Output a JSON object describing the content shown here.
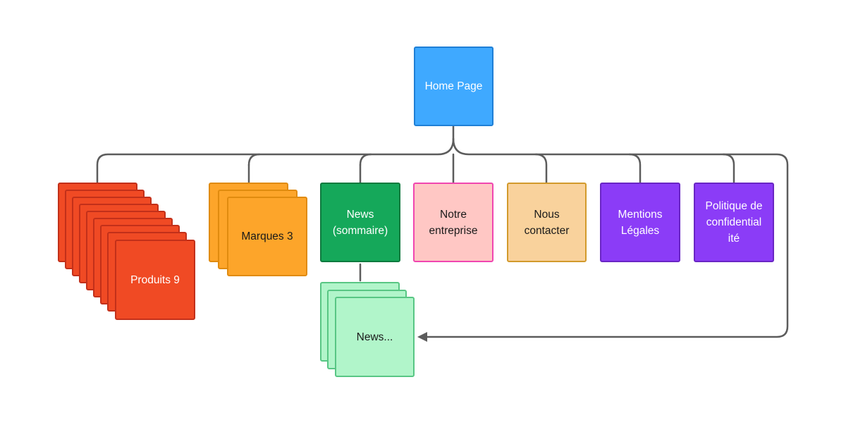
{
  "colors": {
    "connector": "#5c5c5c",
    "home_fill": "#3fa9ff",
    "home_border": "#1f7fd6",
    "produits_fill": "#f04a24",
    "produits_border": "#c2301a",
    "marques_fill": "#fda52a",
    "marques_border": "#e08b0f",
    "news_fill": "#15a85a",
    "news_border": "#0d7a3e",
    "notre_fill": "#ffc7c4",
    "notre_border": "#f046b0",
    "nous_fill": "#f9d29c",
    "nous_border": "#d29a2c",
    "mentions_fill": "#8b3cf7",
    "mentions_border": "#6a26c4",
    "politique_fill": "#8b3cf7",
    "politique_border": "#6a26c4",
    "newsitems_fill": "#b1f5ca",
    "newsitems_border": "#58c684"
  },
  "nodes": {
    "home": "Home Page",
    "produits": "Produits 9",
    "marques": "Marques 3",
    "news": "News\n(sommaire)",
    "notre": "Notre\nentreprise",
    "nous": "Nous\ncontacter",
    "mentions": "Mentions\nLégales",
    "politique": "Politique de\nconfidential\nité",
    "news_items": "News..."
  }
}
